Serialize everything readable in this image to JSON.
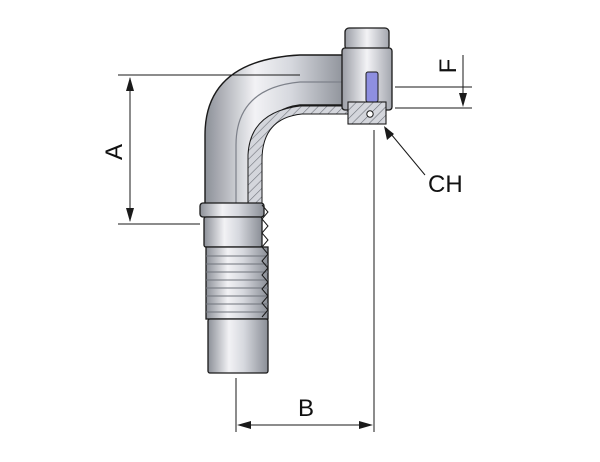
{
  "dimensions": {
    "a": "A",
    "b": "B",
    "f": "F",
    "ch": "CH"
  },
  "colors": {
    "metal_light": "#ececf0",
    "metal_mid": "#b9bcc4",
    "metal_dark": "#7d818a",
    "line": "#1a1a1a",
    "seal": "#8e8fe0"
  }
}
